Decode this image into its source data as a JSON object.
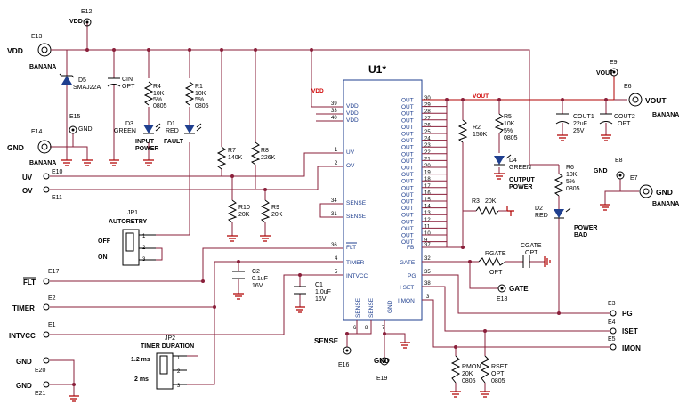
{
  "ic": {
    "ref": "U1*",
    "left_pins": [
      {
        "num": "39",
        "name": "VDD"
      },
      {
        "num": "33",
        "name": "VDD"
      },
      {
        "num": "40",
        "name": "VDD"
      },
      {
        "num": "1",
        "name": "UV"
      },
      {
        "num": "2",
        "name": "OV"
      },
      {
        "num": "34",
        "name": "SENSE"
      },
      {
        "num": "31",
        "name": "SENSE"
      },
      {
        "num": "36",
        "name": "FLT"
      },
      {
        "num": "4",
        "name": "TIMER"
      },
      {
        "num": "5",
        "name": "INTVCC"
      }
    ],
    "out_pins": [
      "30",
      "29",
      "28",
      "27",
      "26",
      "25",
      "24",
      "23",
      "22",
      "21",
      "20",
      "19",
      "18",
      "17",
      "16",
      "15",
      "14",
      "13",
      "12",
      "11",
      "10",
      "9"
    ],
    "out_label": "OUT",
    "right_pins": [
      {
        "num": "37",
        "name": "FB"
      },
      {
        "num": "32",
        "name": "GATE"
      },
      {
        "num": "35",
        "name": "PG"
      },
      {
        "num": "38",
        "name": "I SET"
      },
      {
        "num": "3",
        "name": "I MON"
      }
    ],
    "bottom_pins": [
      {
        "num": "6",
        "name": "SENSE"
      },
      {
        "num": "8",
        "name": "SENSE"
      },
      {
        "num": "7",
        "name": "GND"
      }
    ]
  },
  "nets": {
    "vdd_red": "VDD",
    "vout_red": "VOUT",
    "vdd_conn": "VDD",
    "vdd_top": "VDD",
    "vout_conn": "VOUT",
    "vout_top": "VOUT",
    "gnd_banana_l": "GND",
    "gnd_banana_r": "GND",
    "gnd_top": "GND",
    "gnd_e8": "GND",
    "gnd_e19": "GND",
    "gnd_e20": "GND",
    "gnd_e21": "GND",
    "banana": "BANANA",
    "uv": "UV",
    "ov": "OV",
    "flt": "FLT",
    "timer": "TIMER",
    "intvcc": "INTVCC",
    "sense": "SENSE",
    "gate": "GATE",
    "pg": "PG",
    "iset": "ISET",
    "imon": "IMON"
  },
  "terminals": {
    "e1": "E1",
    "e2": "E2",
    "e3": "E3",
    "e4": "E4",
    "e5": "E5",
    "e6": "E6",
    "e7": "E7",
    "e8": "E8",
    "e9": "E9",
    "e10": "E10",
    "e11": "E11",
    "e12": "E12",
    "e13": "E13",
    "e14": "E14",
    "e15": "E15",
    "e16": "E16",
    "e17": "E17",
    "e18": "E18",
    "e19": "E19",
    "e20": "E20",
    "e21": "E21"
  },
  "components": {
    "d5": {
      "ref": "D5",
      "value": "SMAJ22A"
    },
    "cin": {
      "ref": "CIN",
      "value": "OPT"
    },
    "r4": {
      "ref": "R4",
      "value": "10K",
      "tol": "5%",
      "pkg": "0805"
    },
    "r1": {
      "ref": "R1",
      "value": "10K",
      "tol": "5%",
      "pkg": "0805"
    },
    "d3": {
      "ref": "D3",
      "value": "GREEN",
      "note1": "INPUT",
      "note2": "POWER"
    },
    "d1": {
      "ref": "D1",
      "value": "RED",
      "note": "FAULT"
    },
    "r7": {
      "ref": "R7",
      "value": "140K"
    },
    "r8": {
      "ref": "R8",
      "value": "226K"
    },
    "r10": {
      "ref": "R10",
      "value": "20K"
    },
    "r9": {
      "ref": "R9",
      "value": "20K"
    },
    "c2": {
      "ref": "C2",
      "value": "0.1uF",
      "volt": "16V"
    },
    "c1": {
      "ref": "C1",
      "value": "1.0uF",
      "volt": "16V"
    },
    "jp1": {
      "ref": "JP1",
      "name": "AUTORETRY",
      "off": "OFF",
      "on": "ON"
    },
    "jp2": {
      "ref": "JP2",
      "name": "TIMER DURATION",
      "opt1": "1.2 ms",
      "opt2": "2 ms"
    },
    "r2": {
      "ref": "R2",
      "value": "150K"
    },
    "r5": {
      "ref": "R5",
      "value": "10K",
      "tol": "5%",
      "pkg": "0805"
    },
    "d4": {
      "ref": "D4",
      "value": "GREEN",
      "note1": "OUTPUT",
      "note2": "POWER"
    },
    "r3": {
      "ref": "R3",
      "value": "20K"
    },
    "cout1": {
      "ref": "COUT1",
      "value": "22uF",
      "volt": "25V"
    },
    "cout2": {
      "ref": "COUT2",
      "value": "OPT"
    },
    "r6": {
      "ref": "R6",
      "value": "10K",
      "tol": "5%",
      "pkg": "0805"
    },
    "d2": {
      "ref": "D2",
      "value": "RED",
      "note1": "POWER",
      "note2": "BAD"
    },
    "rgate": {
      "ref": "RGATE",
      "value": "OPT"
    },
    "cgate": {
      "ref": "CGATE",
      "value": "OPT"
    },
    "rmon": {
      "ref": "RMON",
      "value": "20K",
      "pkg": "0805"
    },
    "rset": {
      "ref": "RSET",
      "value": "OPT",
      "pkg": "0805"
    }
  },
  "pin_nums": {
    "one": "1",
    "two": "2",
    "three": "3"
  }
}
